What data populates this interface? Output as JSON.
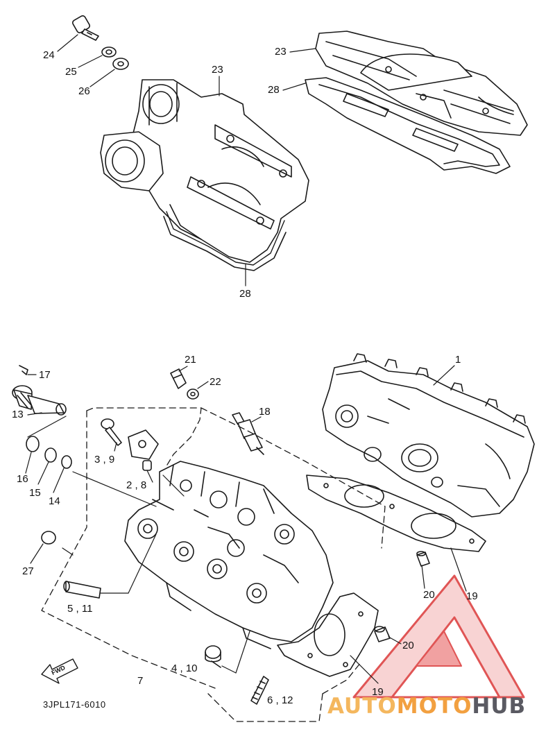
{
  "diagram_code": "3JPL171-6010",
  "fwd_label": "FWD",
  "watermark": {
    "part1": "AUTO",
    "part2": "MOTO",
    "part3": "HUB",
    "tri_color": "#e05555",
    "tri_light": "#f3b3b3"
  },
  "callouts": {
    "c24": "24",
    "c25": "25",
    "c26": "26",
    "c23a": "23",
    "c23b": "23",
    "c28a": "28",
    "c28b": "28",
    "c17": "17",
    "c13": "13",
    "c16": "16",
    "c15": "15",
    "c14": "14",
    "c27": "27",
    "c21": "21",
    "c22": "22",
    "c18": "18",
    "c1": "1",
    "c3_9": "3 , 9",
    "c2_8": "2 , 8",
    "c5_11": "5 , 11",
    "c4_10": "4 , 10",
    "c7": "7",
    "c6_12": "6 , 12",
    "c19a": "19",
    "c19b": "19",
    "c20a": "20",
    "c20b": "20"
  }
}
